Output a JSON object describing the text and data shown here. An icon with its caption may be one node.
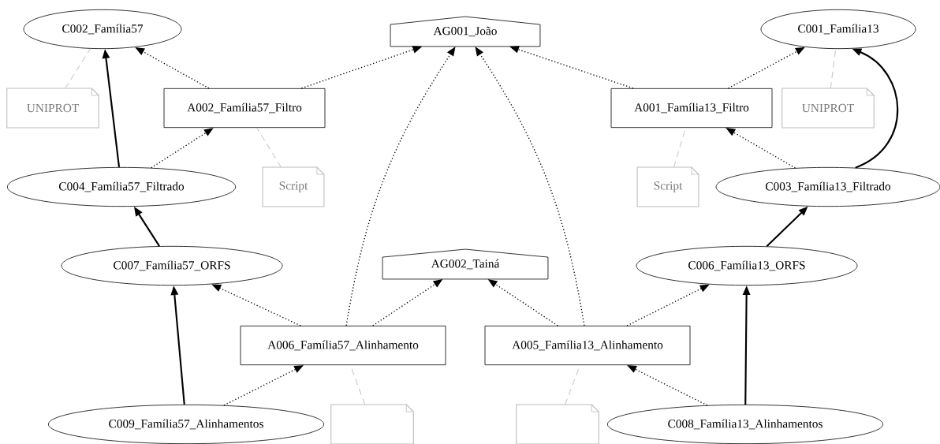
{
  "diagram": {
    "nodes": [
      {
        "text": [
          "AG001_João"
        ]
      },
      {
        "text": [
          "C002_Família57"
        ]
      },
      {
        "text": [
          "C001_Família13"
        ]
      },
      {
        "text": [
          "UNIPROT"
        ]
      },
      {
        "text": [
          "A002_Família57_Filtro"
        ]
      },
      {
        "text": [
          "A001_Família13_Filtro"
        ]
      },
      {
        "text": [
          "UNIPROT"
        ]
      },
      {
        "text": [
          "C004_Família57_Filtrado"
        ]
      },
      {
        "text": [
          "Script"
        ]
      },
      {
        "text": [
          "Script"
        ]
      },
      {
        "text": [
          "C003_Família13_Filtrado"
        ]
      },
      {
        "text": [
          "AG002_Tainá"
        ]
      },
      {
        "text": [
          "C007_Família57_ORFS"
        ]
      },
      {
        "text": [
          "C006_Família13_ORFS"
        ]
      },
      {
        "text": [
          "A006_Família57_Alinhamento"
        ]
      },
      {
        "text": [
          "A005_Família13_Alinhamento"
        ]
      },
      {
        "text": [
          "C009_Família57_Alinhamentos"
        ]
      },
      {
        "text": [],
        "shape": "box"
      },
      {
        "text": [],
        "shape": "box"
      },
      {
        "text": [
          "C008_Família13_Alinhamentos"
        ]
      }
    ],
    "edges": [
      {
        "from": 4,
        "to": 1,
        "arrow": "to",
        "style": "dashed"
      },
      {
        "from": 4,
        "to": 0,
        "arrow": "to",
        "style": "dashed"
      },
      {
        "from": 7,
        "to": 4,
        "arrow": "to",
        "style": "dashed"
      },
      {
        "from": 7,
        "to": 1,
        "arrow": "to"
      },
      {
        "from": 3,
        "to": 1,
        "arrow": "none",
        "style": "dashed",
        "color": "#c8c8c8"
      },
      {
        "from": 8,
        "to": 4,
        "arrow": "none",
        "style": "dashed",
        "color": "#c8c8c8"
      },
      {
        "from": 5,
        "to": 0,
        "arrow": "to",
        "style": "dashed"
      },
      {
        "from": 5,
        "to": 2,
        "arrow": "to",
        "style": "dashed"
      },
      {
        "from": 10,
        "to": 5,
        "arrow": "to",
        "style": "dashed"
      },
      {
        "from": 10,
        "to": 2,
        "arrow": "to"
      },
      {
        "from": 6,
        "to": 2,
        "arrow": "none",
        "style": "dashed",
        "color": "#c8c8c8"
      },
      {
        "from": 9,
        "to": 5,
        "arrow": "none",
        "style": "dashed",
        "color": "#c8c8c8"
      },
      {
        "from": 12,
        "to": 7,
        "arrow": "to"
      },
      {
        "from": 13,
        "to": 10,
        "arrow": "to"
      },
      {
        "from": 14,
        "to": 12,
        "arrow": "to",
        "style": "dashed"
      },
      {
        "from": 14,
        "to": 11,
        "arrow": "to",
        "style": "dashed"
      },
      {
        "from": 14,
        "to": 0,
        "arrow": "to",
        "style": "dashed"
      },
      {
        "from": 15,
        "to": 11,
        "arrow": "to",
        "style": "dashed"
      },
      {
        "from": 15,
        "to": 13,
        "arrow": "to",
        "style": "dashed"
      },
      {
        "from": 15,
        "to": 0,
        "arrow": "to",
        "style": "dashed"
      },
      {
        "from": 16,
        "to": 12,
        "arrow": "to"
      },
      {
        "from": 16,
        "to": 14,
        "arrow": "to",
        "style": "dashed"
      },
      {
        "from": 19,
        "to": 13,
        "arrow": "to"
      },
      {
        "from": 19,
        "to": 15,
        "arrow": "to",
        "style": "dashed"
      },
      {
        "from": 17,
        "to": 14,
        "arrow": "none",
        "style": "dashed",
        "color": "#c8c8c8"
      },
      {
        "from": 18,
        "to": 15,
        "arrow": "none",
        "style": "dashed",
        "color": "#c8c8c8"
      }
    ]
  }
}
